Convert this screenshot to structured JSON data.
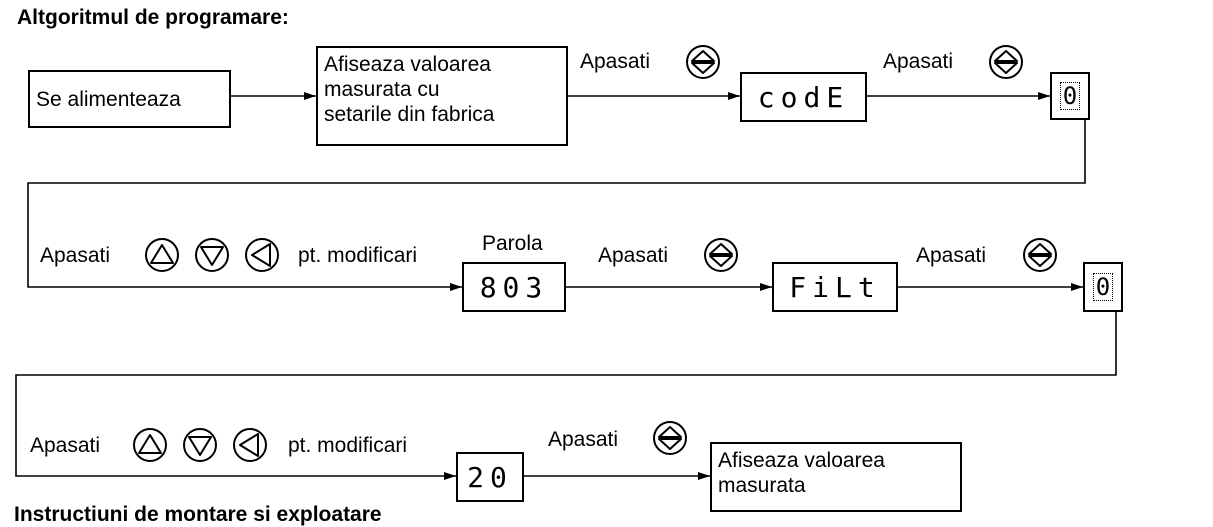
{
  "title": "Altgoritmul de programare:",
  "footer": "Instructiuni de montare si exploatare",
  "boxes": {
    "power_on": "Se alimenteaza",
    "factory_display": [
      "Afiseaza valoarea",
      "masurata cu",
      "setarile din fabrica"
    ],
    "code": "codE",
    "digit1": "0",
    "password_label": "Parola",
    "password": "803",
    "filt": "FiLt",
    "digit2": "0",
    "value": "20",
    "final_display": [
      "Afiseaza valoarea",
      "masurata"
    ]
  },
  "labels": {
    "press": "Apasati",
    "for_changes": "pt. modificari"
  },
  "icons": [
    "updown-button-icon",
    "up-arrow-button-icon",
    "down-arrow-button-icon",
    "left-arrow-button-icon"
  ]
}
